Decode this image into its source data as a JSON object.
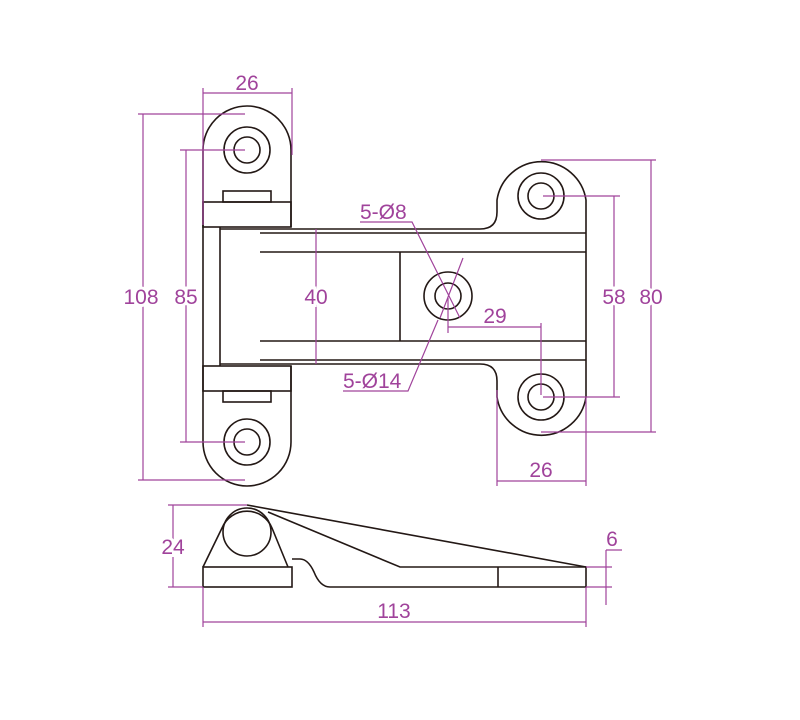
{
  "title": "Hinge technical drawing",
  "colors": {
    "outline": "#231815",
    "dimension": "#a0439b"
  },
  "dimensions": {
    "top_width_left": "26",
    "total_height": "108",
    "hole_spacing_left": "85",
    "body_width": "40",
    "small_hole": "5-Ø8",
    "large_hole": "5-Ø14",
    "center_offset": "29",
    "right_hole_spacing": "58",
    "right_height": "80",
    "right_width": "26",
    "side_height": "24",
    "side_thickness": "6",
    "total_length": "113"
  }
}
